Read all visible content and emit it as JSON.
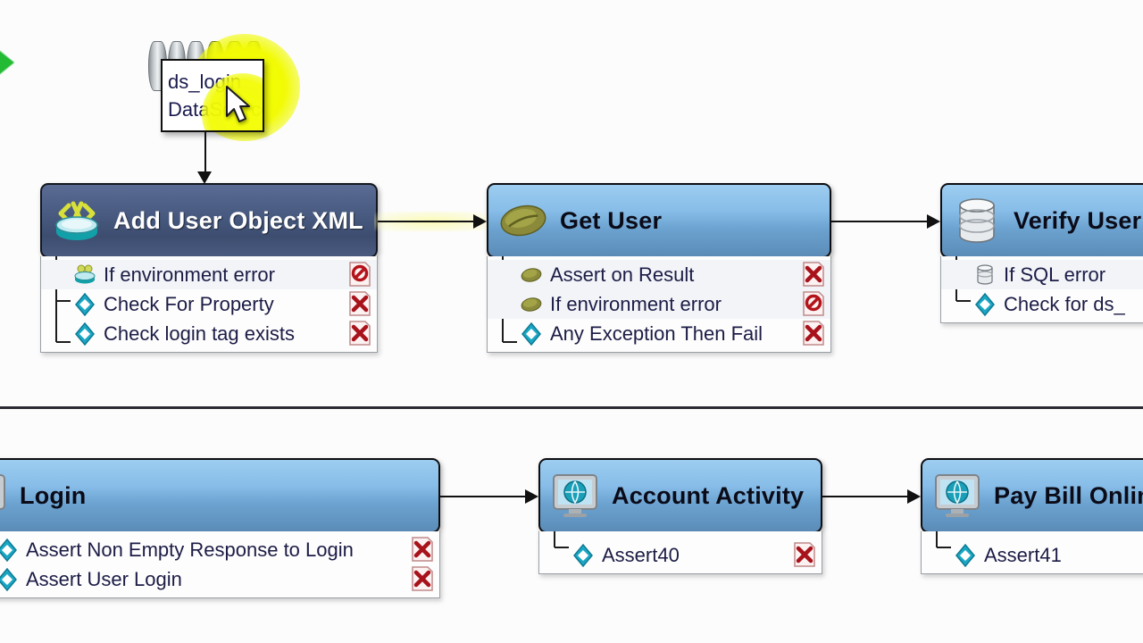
{
  "canvas": {
    "background_color": "#fcfcfc",
    "start_marker": {
      "name": "start-arrow",
      "color": "#22bb33"
    },
    "divider_color": "#2a2a33"
  },
  "datasource": {
    "icon": "datasource-discs-icon",
    "line1": "ds_login",
    "line2": "DataSource",
    "highlight_color": "#f2fb05",
    "cursor": "arrow-cursor"
  },
  "nodes": [
    {
      "id": "add-user-object-xml",
      "title": "Add User Object XML",
      "icon": "xml-datasink-icon",
      "selected": true,
      "assertions": [
        {
          "label": "If environment error",
          "icon": "datasink-icon",
          "status": "blocked"
        },
        {
          "label": "Check For Property",
          "icon": "assertion-icon",
          "status": "failed"
        },
        {
          "label": "Check login tag exists",
          "icon": "assertion-icon",
          "status": "failed"
        }
      ]
    },
    {
      "id": "get-user",
      "title": "Get User",
      "icon": "groovy-bean-icon",
      "selected": false,
      "assertions": [
        {
          "label": "Assert on Result",
          "icon": "groovy-bean-icon",
          "status": "failed"
        },
        {
          "label": "If environment error",
          "icon": "groovy-bean-icon",
          "status": "blocked"
        },
        {
          "label": "Any Exception Then Fail",
          "icon": "assertion-icon",
          "status": "failed"
        }
      ]
    },
    {
      "id": "verify-user",
      "title": "Verify User",
      "icon": "database-icon",
      "selected": false,
      "clipped": true,
      "assertions": [
        {
          "label": "If SQL error",
          "icon": "database-small-icon",
          "status": "none"
        },
        {
          "label": "Check for ds_",
          "icon": "assertion-icon",
          "status": "none"
        }
      ]
    },
    {
      "id": "login",
      "title": "Login",
      "icon": "web-request-icon",
      "selected": false,
      "clipped_left": true,
      "assertions": [
        {
          "label": "Assert Non Empty Response to Login",
          "icon": "assertion-icon",
          "status": "failed"
        },
        {
          "label": "Assert User Login",
          "icon": "assertion-icon",
          "status": "failed"
        }
      ]
    },
    {
      "id": "account-activity",
      "title": "Account Activity",
      "icon": "web-request-icon",
      "selected": false,
      "assertions": [
        {
          "label": "Assert40",
          "icon": "assertion-icon",
          "status": "failed"
        }
      ]
    },
    {
      "id": "pay-bill-online",
      "title": "Pay Bill Online",
      "icon": "web-request-icon",
      "selected": false,
      "clipped": true,
      "assertions": [
        {
          "label": "Assert41",
          "icon": "assertion-icon",
          "status": "none"
        }
      ]
    }
  ],
  "connectors": [
    {
      "from": "datasource",
      "to": "add-user-object-xml",
      "orientation": "vertical",
      "highlighted": false
    },
    {
      "from": "add-user-object-xml",
      "to": "get-user",
      "orientation": "horizontal",
      "highlighted": true
    },
    {
      "from": "get-user",
      "to": "verify-user",
      "orientation": "horizontal",
      "highlighted": false
    },
    {
      "from": "login",
      "to": "account-activity",
      "orientation": "horizontal",
      "highlighted": false
    },
    {
      "from": "account-activity",
      "to": "pay-bill-online",
      "orientation": "horizontal",
      "highlighted": false
    }
  ]
}
